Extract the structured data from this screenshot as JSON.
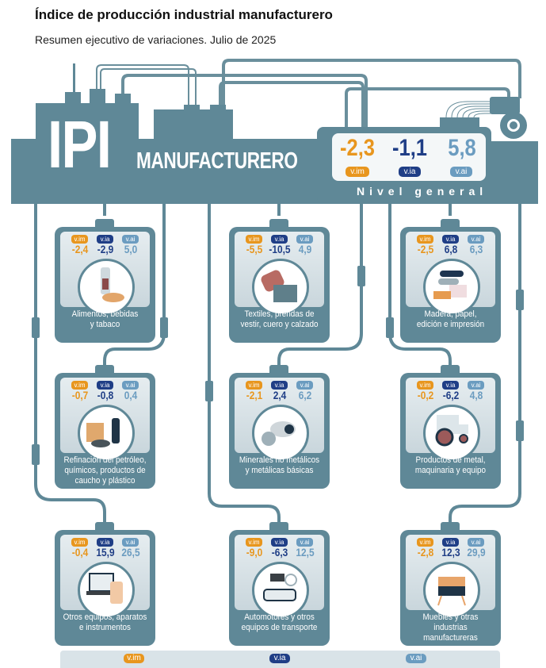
{
  "header": {
    "title": "Índice de producción industrial manufacturero",
    "subtitle": "Resumen ejecutivo de variaciones. Julio de 2025"
  },
  "banner": {
    "logo_big": "IPI",
    "logo_small": "MANUFACTURERO",
    "general_label": "Nivel general"
  },
  "colors": {
    "vim": "#e8961e",
    "via": "#1f3e86",
    "vai": "#6b9cc0",
    "steel": "#5f8897"
  },
  "badges": {
    "vim": "v.im",
    "via": "v.ia",
    "vai": "v.ai"
  },
  "general": {
    "vim": "-2,3",
    "via": "-1,1",
    "vai": "5,8"
  },
  "sectors": [
    {
      "label_1": "Alimentos, bebidas",
      "label_2": "y tabaco",
      "label_3": "",
      "vim": "-2,4",
      "via": "-2,9",
      "vai": "5,0",
      "icon": "bottle-bread-icon"
    },
    {
      "label_1": "Textiles, prendas de",
      "label_2": "vestir, cuero y calzado",
      "label_3": "",
      "vim": "-5,5",
      "via": "-10,5",
      "vai": "4,9",
      "icon": "fabric-roll-shorts-icon"
    },
    {
      "label_1": "Madera, papel,",
      "label_2": "edición e impresión",
      "label_3": "",
      "vim": "-2,5",
      "via": "6,8",
      "vai": "6,3",
      "icon": "paper-rolls-wood-icon"
    },
    {
      "label_1": "Refinación del petróleo,",
      "label_2": "químicos, productos de",
      "label_3": "caucho y plástico",
      "vim": "-0,7",
      "via": "-0,8",
      "vai": "0,4",
      "icon": "chemicals-boxes-tire-icon"
    },
    {
      "label_1": "Minerales no metálicos",
      "label_2": "y metálicas básicas",
      "label_3": "",
      "vim": "-2,1",
      "via": "2,4",
      "vai": "6,2",
      "icon": "cement-mixer-icon"
    },
    {
      "label_1": "Productos de metal,",
      "label_2": "maquinaria y equipo",
      "label_3": "",
      "vim": "-0,2",
      "via": "-6,2",
      "vai": "4,8",
      "icon": "tractor-icon"
    },
    {
      "label_1": "Otros equipos, aparatos",
      "label_2": "e instrumentos",
      "label_3": "",
      "vim": "-0,4",
      "via": "15,9",
      "vai": "26,5",
      "icon": "laptop-phone-icon"
    },
    {
      "label_1": "Automotores y otros",
      "label_2": "equipos de transporte",
      "label_3": "",
      "vim": "-9,0",
      "via": "-6,3",
      "vai": "12,5",
      "icon": "car-motorcycle-icon"
    },
    {
      "label_1": "Muebles y otras industrias",
      "label_2": "manufactureras",
      "label_3": "",
      "vim": "-2,8",
      "via": "12,3",
      "vai": "29,9",
      "icon": "furniture-cabinet-icon"
    }
  ],
  "legend": {
    "vim": "v.im",
    "via": "v.ia",
    "vai": "v.ai"
  }
}
